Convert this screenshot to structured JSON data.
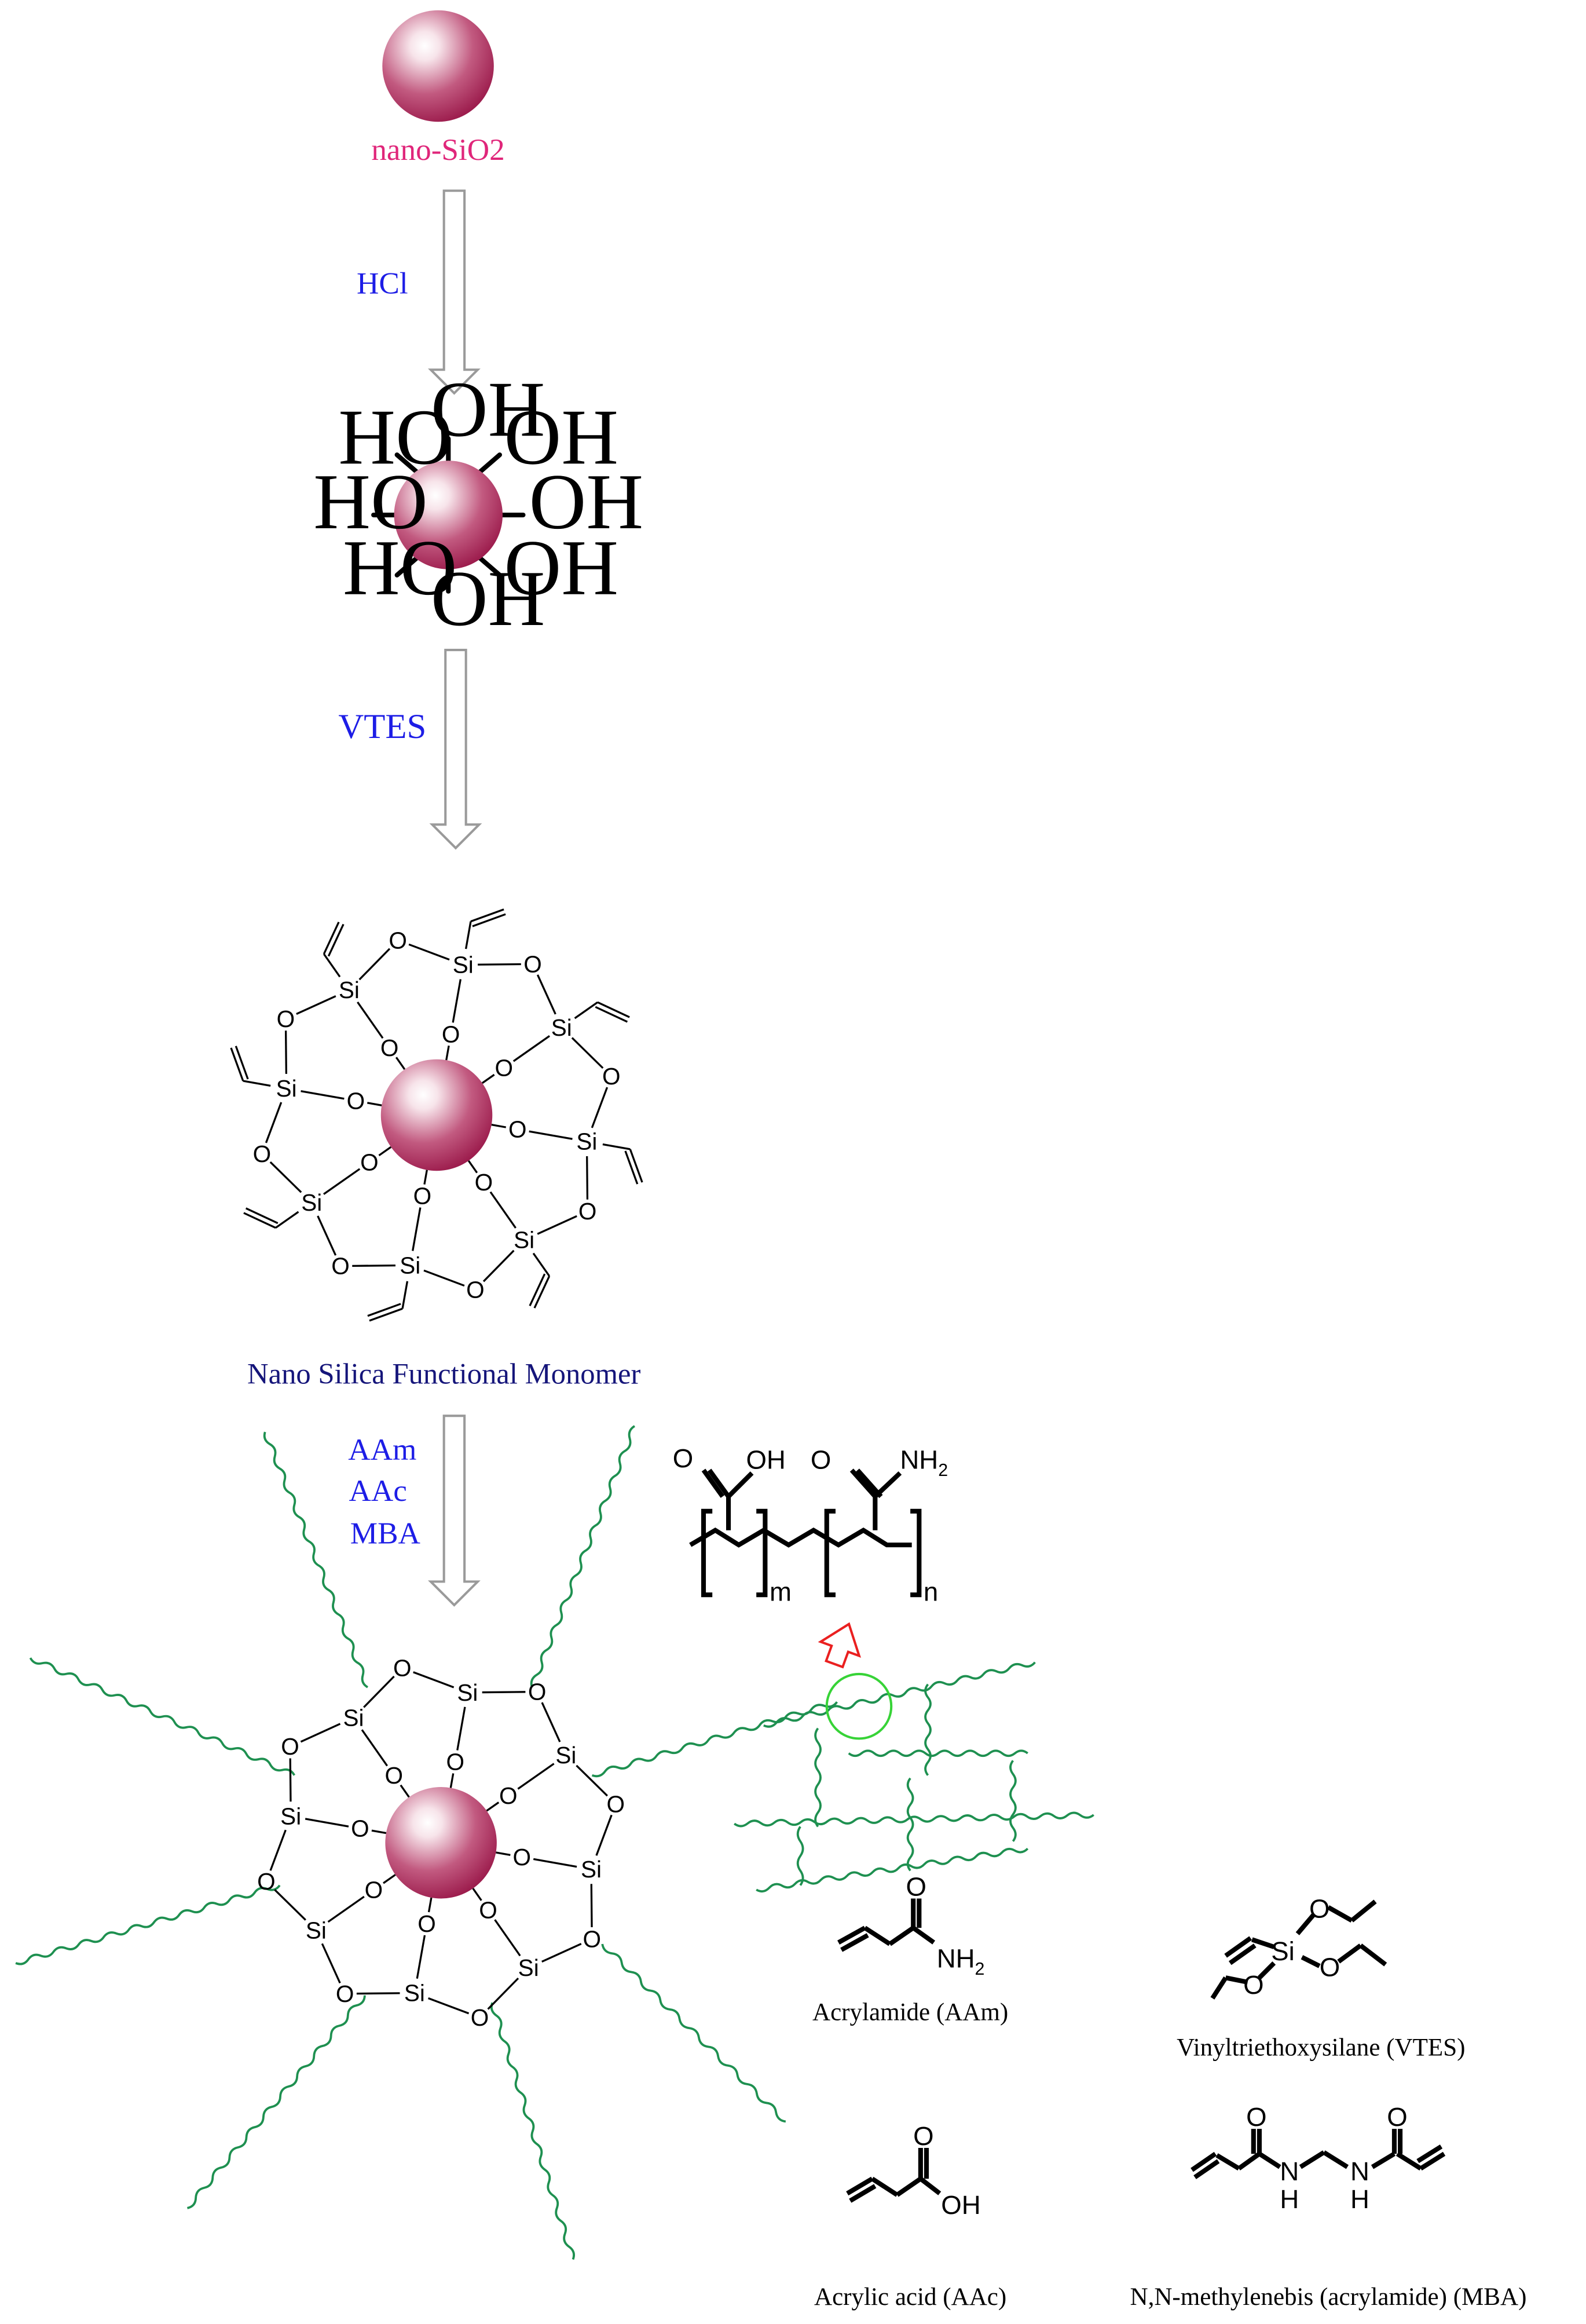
{
  "colors": {
    "sphere": "#9b1a4b",
    "sphere_highlight": "#f7e4ea",
    "starting_material": "#e0267a",
    "reagent": "#1d1de6",
    "monomer_title": "#15157a",
    "chain": "#1e9050",
    "highlight_circle": "#37d337",
    "pointer_arrow": "#ea2020",
    "flow_arrow": "#9a9a9a"
  },
  "labels": {
    "starting_material": "nano-SiO2",
    "step1_reagent": "HCl",
    "step2_reagent": "VTES",
    "step3_reagents": [
      "AAm",
      "AAc",
      "MBA"
    ],
    "functional_monomer": "Nano Silica Functional Monomer"
  },
  "atoms": {
    "hydroxyl": "OH",
    "hydroxyl_left": "HO",
    "oxygen": "O",
    "silicon": "Si",
    "amine": "NH",
    "amine_subscript": "2",
    "nitrogen_h": "H",
    "nitrogen": "N"
  },
  "polymer": {
    "repeat_m": "m",
    "repeat_n": "n"
  },
  "compounds": {
    "acrylamide": "Acrylamide (AAm)",
    "vtes": "Vinyltriethoxysilane (VTES)",
    "acrylic_acid": "Acrylic acid (AAc)",
    "mba": "N,N-methylenebis (acrylamide) (MBA)"
  }
}
